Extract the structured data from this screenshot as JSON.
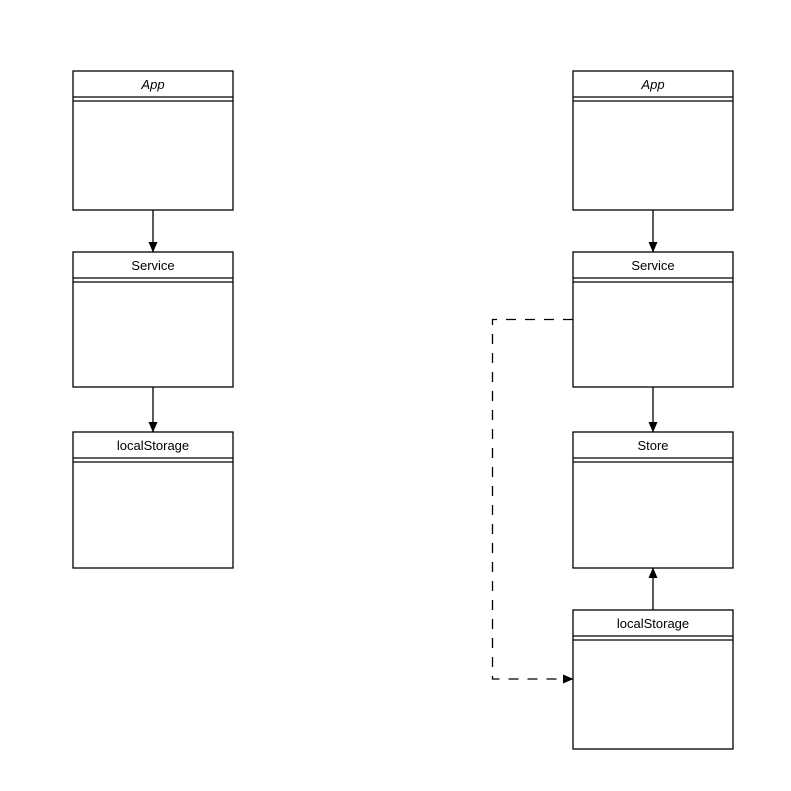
{
  "diagram": {
    "background_color": "#ffffff",
    "stroke_color": "#000000",
    "node_fill_color": "#ffffff",
    "left_flow": {
      "app": "App",
      "service": "Service",
      "localstorage": "localStorage"
    },
    "right_flow": {
      "app": "App",
      "service": "Service",
      "store": "Store",
      "localstorage": "localStorage"
    },
    "edges": {
      "left_app_to_service": "solid-arrow-down",
      "left_service_to_localstorage": "solid-arrow-down",
      "right_app_to_service": "solid-arrow-down",
      "right_service_to_store": "solid-arrow-down",
      "right_localstorage_to_store": "solid-arrow-up",
      "right_service_to_localstorage_bypass": "dashed-arrow"
    }
  }
}
